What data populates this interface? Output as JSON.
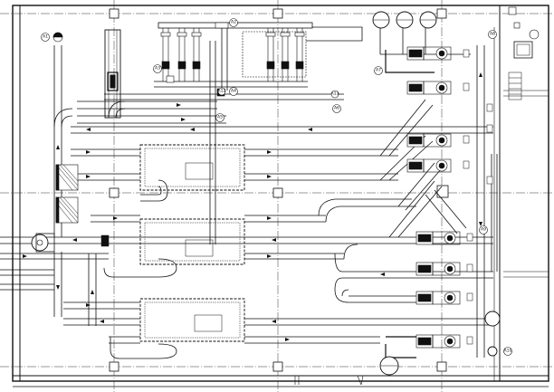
{
  "tags": {
    "a1": "A1",
    "a2": "A2",
    "a3": "A3",
    "a4": "A4",
    "a5": "A5",
    "a6": "A6",
    "a7": "A7",
    "a8": "A8",
    "a9": "A9",
    "a10": "A10",
    "a11": "A11",
    "a12": "A12"
  }
}
